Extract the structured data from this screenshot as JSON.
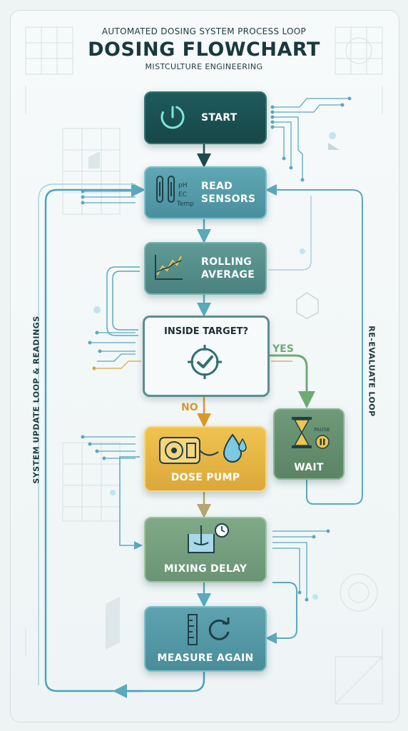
{
  "header": {
    "subtitle": "AUTOMATED DOSING SYSTEM PROCESS LOOP",
    "title": "DOSING FLOWCHART",
    "company": "MISTCULTURE ENGINEERING"
  },
  "nodes": {
    "start": "START",
    "read_line1": "READ",
    "read_line2": "SENSORS",
    "rolling_line1": "ROLLING",
    "rolling_line2": "AVERAGE",
    "decision": "INSIDE TARGET?",
    "dose": "DOSE PUMP",
    "wait": "WAIT",
    "mixing": "MIXING DELAY",
    "measure": "MEASURE AGAIN"
  },
  "sensor_labels": {
    "ph": "pH",
    "ec": "EC",
    "temp": "Temp"
  },
  "pause_label": "PAUSE",
  "branches": {
    "yes": "YES",
    "no": "NO"
  },
  "side_labels": {
    "left": "SYSTEM UPDATE LOOP & READINGS",
    "right": "RE-EVALUATE LOOP"
  },
  "colors": {
    "dark_teal": "#174747",
    "teal": "#4a8f9d",
    "sea_green": "#4a827f",
    "amber": "#dba83a",
    "sage": "#6a9474",
    "yes_green": "#6faa76",
    "no_orange": "#d9982d",
    "loop_blue": "#4aa3bd"
  },
  "icons": [
    "power-icon",
    "sensor-probes-icon",
    "line-chart-icon",
    "target-check-icon",
    "pump-icon",
    "water-drop-icon",
    "hourglass-icon",
    "pause-icon",
    "mixing-tank-icon",
    "clock-icon",
    "ruler-icon",
    "refresh-icon"
  ]
}
